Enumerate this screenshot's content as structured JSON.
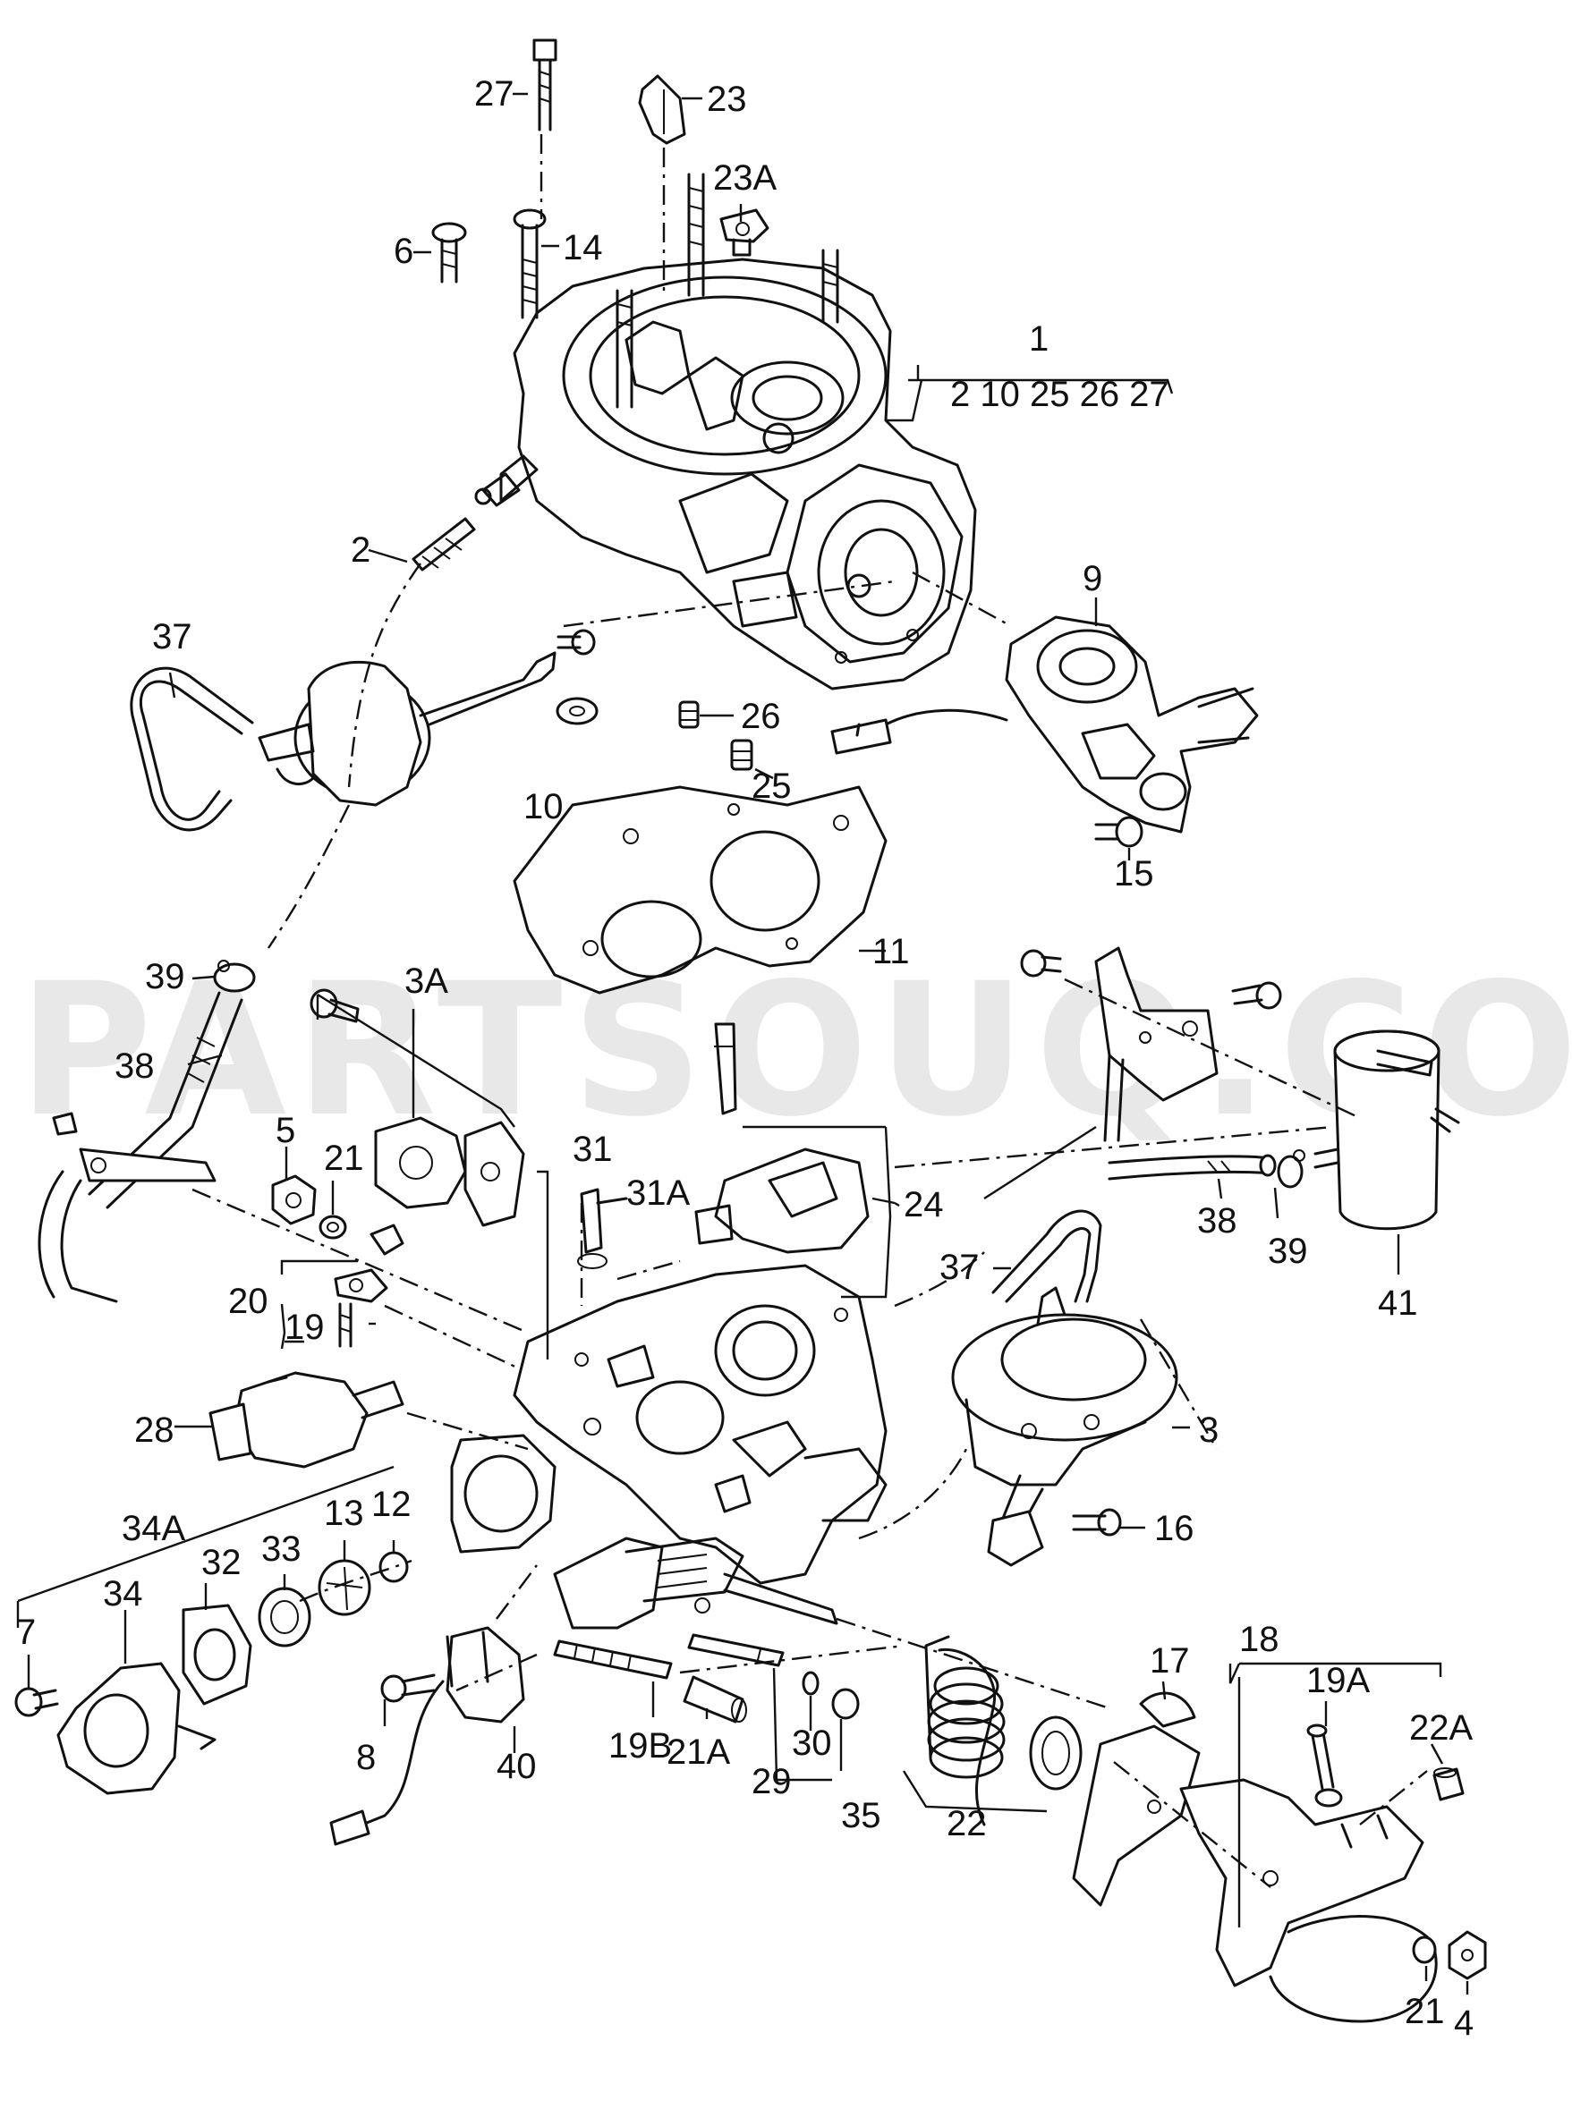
{
  "watermark": "PARTSOUQ.COM",
  "callouts": [
    {
      "id": "c1",
      "text": "1"
    },
    {
      "id": "c1sub",
      "text": "2  10  25  26  27"
    },
    {
      "id": "c2",
      "text": "2"
    },
    {
      "id": "c3",
      "text": "3"
    },
    {
      "id": "c3a",
      "text": "3A"
    },
    {
      "id": "c4",
      "text": "4"
    },
    {
      "id": "c5",
      "text": "5"
    },
    {
      "id": "c6",
      "text": "6"
    },
    {
      "id": "c7",
      "text": "7"
    },
    {
      "id": "c8",
      "text": "8"
    },
    {
      "id": "c9",
      "text": "9"
    },
    {
      "id": "c10",
      "text": "10"
    },
    {
      "id": "c11",
      "text": "11"
    },
    {
      "id": "c12",
      "text": "12"
    },
    {
      "id": "c13",
      "text": "13"
    },
    {
      "id": "c14",
      "text": "14"
    },
    {
      "id": "c15",
      "text": "15"
    },
    {
      "id": "c16",
      "text": "16"
    },
    {
      "id": "c17",
      "text": "17"
    },
    {
      "id": "c18",
      "text": "18"
    },
    {
      "id": "c19",
      "text": "19"
    },
    {
      "id": "c19a",
      "text": "19A"
    },
    {
      "id": "c19b",
      "text": "19B"
    },
    {
      "id": "c20",
      "text": "20"
    },
    {
      "id": "c21a",
      "text": "21"
    },
    {
      "id": "c21b",
      "text": "21"
    },
    {
      "id": "c21A",
      "text": "21A"
    },
    {
      "id": "c22",
      "text": "22"
    },
    {
      "id": "c22a",
      "text": "22A"
    },
    {
      "id": "c23",
      "text": "23"
    },
    {
      "id": "c23a",
      "text": "23A"
    },
    {
      "id": "c24",
      "text": "24"
    },
    {
      "id": "c25",
      "text": "25"
    },
    {
      "id": "c26",
      "text": "26"
    },
    {
      "id": "c27",
      "text": "27"
    },
    {
      "id": "c28",
      "text": "28"
    },
    {
      "id": "c29",
      "text": "29"
    },
    {
      "id": "c30",
      "text": "30"
    },
    {
      "id": "c31",
      "text": "31"
    },
    {
      "id": "c31a",
      "text": "31A"
    },
    {
      "id": "c32",
      "text": "32"
    },
    {
      "id": "c33",
      "text": "33"
    },
    {
      "id": "c34",
      "text": "34"
    },
    {
      "id": "c34a",
      "text": "34A"
    },
    {
      "id": "c35",
      "text": "35"
    },
    {
      "id": "c37a",
      "text": "37"
    },
    {
      "id": "c37b",
      "text": "37"
    },
    {
      "id": "c38a",
      "text": "38"
    },
    {
      "id": "c38b",
      "text": "38"
    },
    {
      "id": "c39a",
      "text": "39"
    },
    {
      "id": "c39b",
      "text": "39"
    },
    {
      "id": "c40",
      "text": "40"
    },
    {
      "id": "c41",
      "text": "41"
    }
  ]
}
